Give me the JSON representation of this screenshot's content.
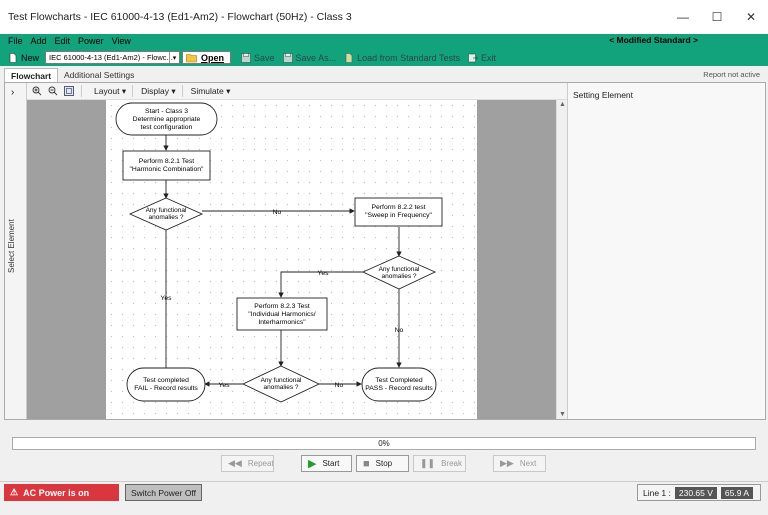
{
  "window": {
    "title": "Test Flowcharts - IEC 61000-4-13 (Ed1-Am2) - Flowchart (50Hz) - Class 3",
    "minimize": "—",
    "maximize": "☐",
    "close": "✕"
  },
  "menu": [
    "File",
    "Add",
    "Edit",
    "Power",
    "View"
  ],
  "modified_label": "< Modified Standard >",
  "toolbar": {
    "new": "New",
    "standard_selected": "IEC 61000-4-13 (Ed1-Am2) - Flowc...",
    "open": "Open",
    "save": "Save",
    "save_as": "Save As...",
    "load": "Load from Standard Tests",
    "exit": "Exit"
  },
  "tabs": [
    "Flowchart",
    "Additional Settings"
  ],
  "report_status": "Report not active",
  "canvas_toolbar": {
    "layout": "Layout ▾",
    "display": "Display ▾",
    "simulate": "Simulate ▾"
  },
  "left_panel_label": "Select Element",
  "right_panel_label": "Setting Element",
  "flowchart": {
    "start": [
      "Start - Class 3",
      "Determine appropriate",
      "test configuration"
    ],
    "test_821": [
      "Perform 8.2.1 Test",
      "\"Harmonic Combination\""
    ],
    "decision1": [
      "Any functional",
      "anomalies ?"
    ],
    "test_822": [
      "Perform 8.2.2 test",
      "\"Sweep in Frequency\""
    ],
    "decision2": [
      "Any functional",
      "anomalies ?"
    ],
    "test_823": [
      "Perform 8.2.3 Test",
      "\"Individual Harmonics/",
      "Interharmonics\""
    ],
    "decision3": [
      "Any functional",
      "anomalies ?"
    ],
    "fail": [
      "Test completed",
      "FAIL - Record results"
    ],
    "pass": [
      "Test Completed",
      "PASS - Record results"
    ],
    "labels": {
      "no1": "No",
      "yes1": "Yes",
      "yes2": "Yes",
      "no2": "No",
      "yes3": "Yes",
      "no3": "No"
    }
  },
  "progress": {
    "text": "0%",
    "value": 0
  },
  "controls": {
    "repeat": "Repeat",
    "start": "Start",
    "stop": "Stop",
    "break": "Break",
    "next": "Next"
  },
  "status": {
    "ac_power": "AC Power is on",
    "switch_power": "Switch Power Off",
    "line_label": "Line 1 :",
    "voltage": "230.65 V",
    "current": "65.9 A"
  },
  "colors": {
    "accent": "#12a37d",
    "alarm": "#d9363e",
    "canvas_bg": "#a0a0a0"
  }
}
